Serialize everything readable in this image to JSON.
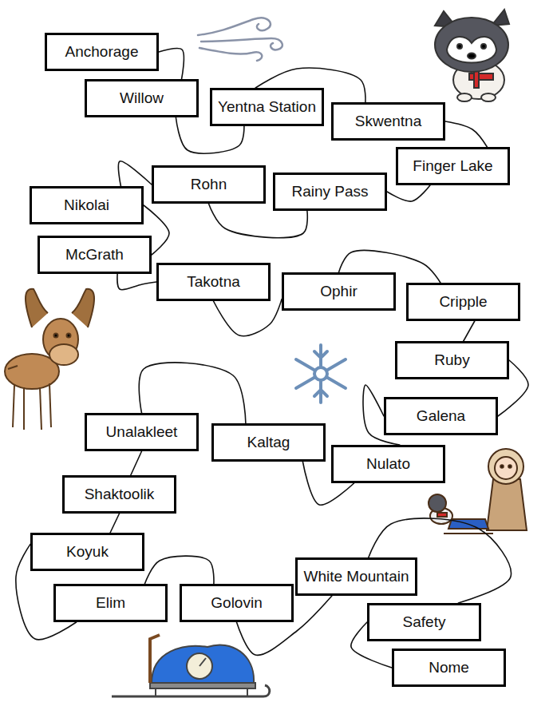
{
  "diagram": {
    "nodes": [
      {
        "text": [
          "Anchorage"
        ]
      },
      {
        "text": [
          "Willow"
        ]
      },
      {
        "text": [
          "Yentna Station"
        ]
      },
      {
        "text": [
          "Skwentna"
        ]
      },
      {
        "text": [
          "Finger Lake"
        ]
      },
      {
        "text": [
          "Rainy Pass"
        ]
      },
      {
        "text": [
          "Rohn"
        ]
      },
      {
        "text": [
          "Nikolai"
        ]
      },
      {
        "text": [
          "McGrath"
        ]
      },
      {
        "text": [
          "Takotna"
        ]
      },
      {
        "text": [
          "Ophir"
        ]
      },
      {
        "text": [
          "Cripple"
        ]
      },
      {
        "text": [
          "Ruby"
        ]
      },
      {
        "text": [
          "Galena"
        ]
      },
      {
        "text": [
          "Nulato"
        ]
      },
      {
        "text": [
          "Kaltag"
        ]
      },
      {
        "text": [
          "Unalakleet"
        ]
      },
      {
        "text": [
          "Shaktoolik"
        ]
      },
      {
        "text": [
          "Koyuk"
        ]
      },
      {
        "text": [
          "Elim"
        ]
      },
      {
        "text": [
          "Golovin"
        ]
      },
      {
        "text": [
          "White Mountain"
        ]
      },
      {
        "text": [
          "Safety"
        ]
      },
      {
        "text": [
          "Nome"
        ]
      }
    ],
    "edges": [
      {
        "from": 0,
        "to": 1,
        "arrow": "none"
      },
      {
        "from": 1,
        "to": 2,
        "arrow": "none"
      },
      {
        "from": 2,
        "to": 3,
        "arrow": "none"
      },
      {
        "from": 3,
        "to": 4,
        "arrow": "none"
      },
      {
        "from": 4,
        "to": 5,
        "arrow": "none"
      },
      {
        "from": 5,
        "to": 6,
        "arrow": "none"
      },
      {
        "from": 6,
        "to": 7,
        "arrow": "none"
      },
      {
        "from": 7,
        "to": 8,
        "arrow": "none"
      },
      {
        "from": 8,
        "to": 9,
        "arrow": "none"
      },
      {
        "from": 9,
        "to": 10,
        "arrow": "none"
      },
      {
        "from": 10,
        "to": 11,
        "arrow": "none"
      },
      {
        "from": 11,
        "to": 12,
        "arrow": "none"
      },
      {
        "from": 12,
        "to": 13,
        "arrow": "none"
      },
      {
        "from": 13,
        "to": 14,
        "arrow": "none"
      },
      {
        "from": 14,
        "to": 15,
        "arrow": "none"
      },
      {
        "from": 15,
        "to": 16,
        "arrow": "none"
      },
      {
        "from": 16,
        "to": 17,
        "arrow": "none"
      },
      {
        "from": 17,
        "to": 18,
        "arrow": "none"
      },
      {
        "from": 18,
        "to": 19,
        "arrow": "none"
      },
      {
        "from": 19,
        "to": 20,
        "arrow": "none"
      },
      {
        "from": 20,
        "to": 21,
        "arrow": "none"
      },
      {
        "from": 21,
        "to": 22,
        "arrow": "none"
      },
      {
        "from": 22,
        "to": 23,
        "arrow": "none"
      }
    ]
  }
}
